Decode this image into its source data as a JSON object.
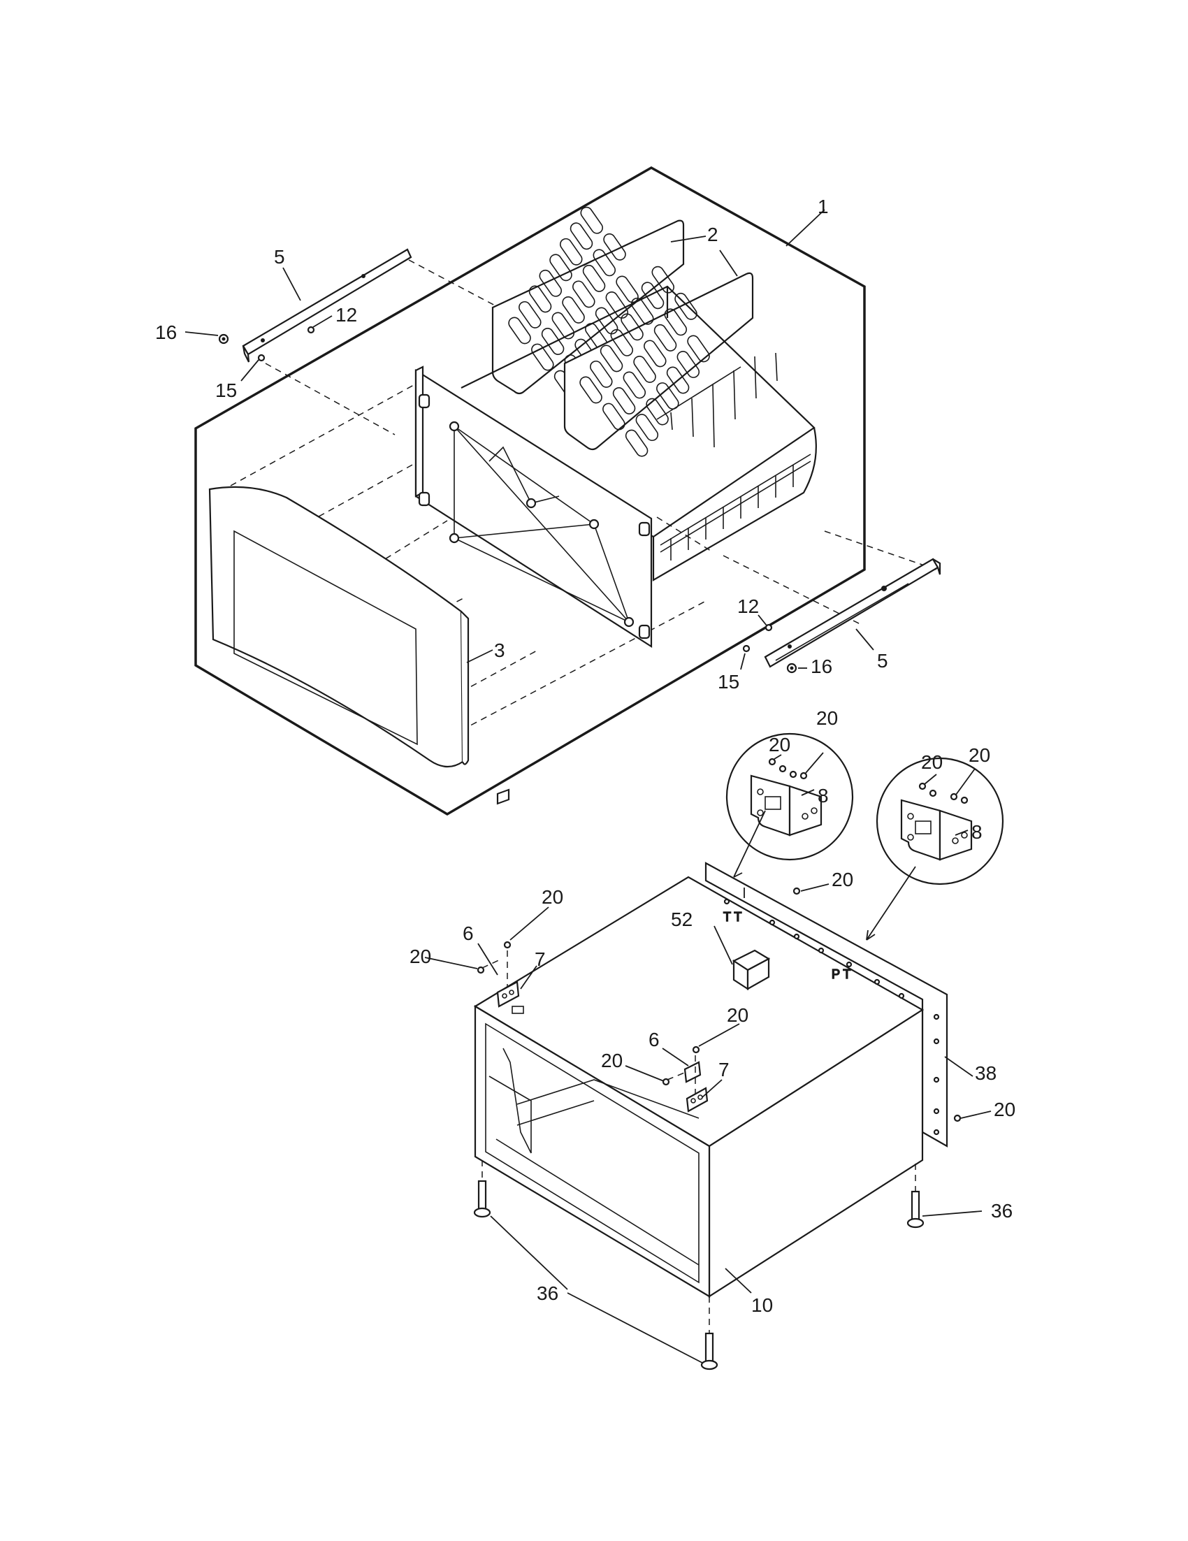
{
  "callouts": {
    "c1": "1",
    "c2": "2",
    "c3": "3",
    "c5a": "5",
    "c5b": "5",
    "c12a": "12",
    "c12b": "12",
    "c15a": "15",
    "c15b": "15",
    "c16a": "16",
    "c16b": "16",
    "c20_detail1a": "20",
    "c20_detail1b": "20",
    "c8a": "8",
    "c20_detail2a": "20",
    "c20_detail2b": "20",
    "c8b": "8",
    "c20_top": "20",
    "c20_left_screw": "20",
    "c20_left_top": "20",
    "c6a": "6",
    "c7a": "7",
    "c52": "52",
    "c20_mid_top": "20",
    "c6b": "6",
    "c20_mid_left": "20",
    "c7b": "7",
    "c38": "38",
    "c20_right": "20",
    "c36_right": "36",
    "c36_left": "36",
    "c10": "10"
  }
}
